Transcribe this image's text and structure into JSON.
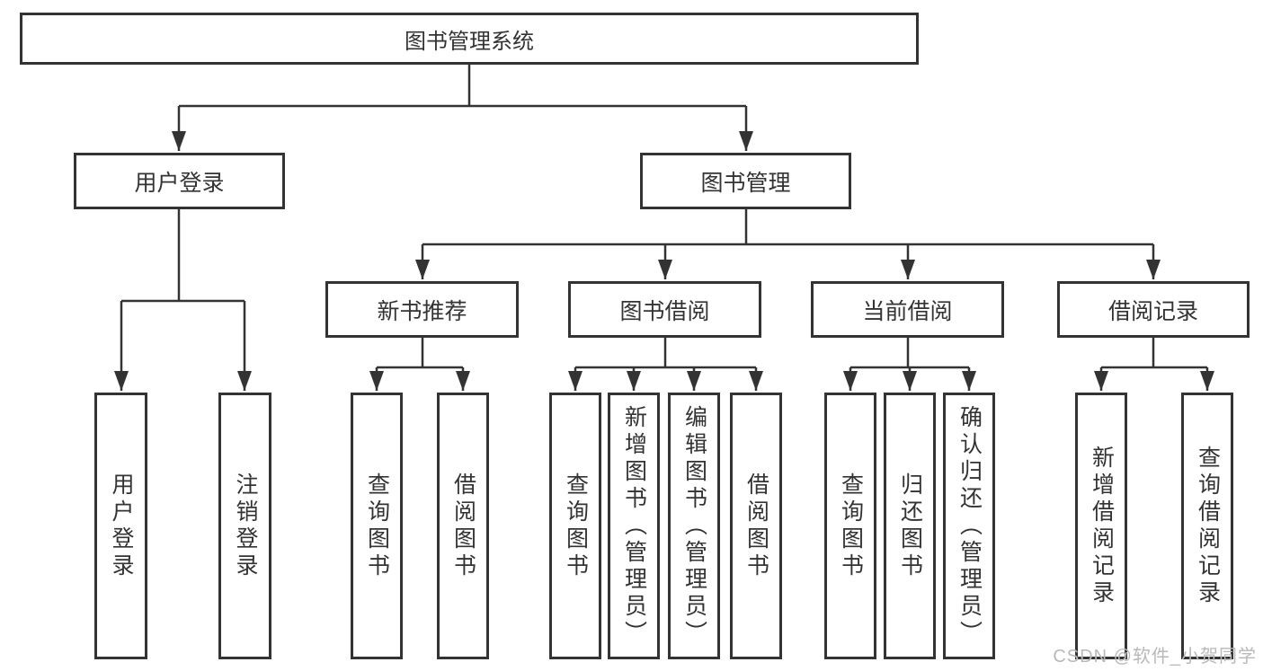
{
  "diagram": {
    "root": {
      "label": "图书管理系统",
      "children": [
        {
          "label": "用户登录",
          "children": [
            {
              "label": "用户登录"
            },
            {
              "label": "注销登录"
            }
          ]
        },
        {
          "label": "图书管理",
          "children": [
            {
              "label": "新书推荐",
              "children": [
                {
                  "label": "查询图书"
                },
                {
                  "label": "借阅图书"
                }
              ]
            },
            {
              "label": "图书借阅",
              "children": [
                {
                  "label": "查询图书"
                },
                {
                  "label": "新增图书（管理员）"
                },
                {
                  "label": "编辑图书（管理员）"
                },
                {
                  "label": "借阅图书"
                }
              ]
            },
            {
              "label": "当前借阅",
              "children": [
                {
                  "label": "查询图书"
                },
                {
                  "label": "归还图书"
                },
                {
                  "label": "确认归还（管理员）"
                }
              ]
            },
            {
              "label": "借阅记录",
              "children": [
                {
                  "label": "新增借阅记录"
                },
                {
                  "label": "查询借阅记录"
                }
              ]
            }
          ]
        }
      ]
    }
  },
  "watermark": {
    "text": "CSDN @软件_小贺同学"
  },
  "colors": {
    "line": "#333333",
    "text": "#333333",
    "watermark": "#b9b9b9",
    "background": "#ffffff"
  }
}
